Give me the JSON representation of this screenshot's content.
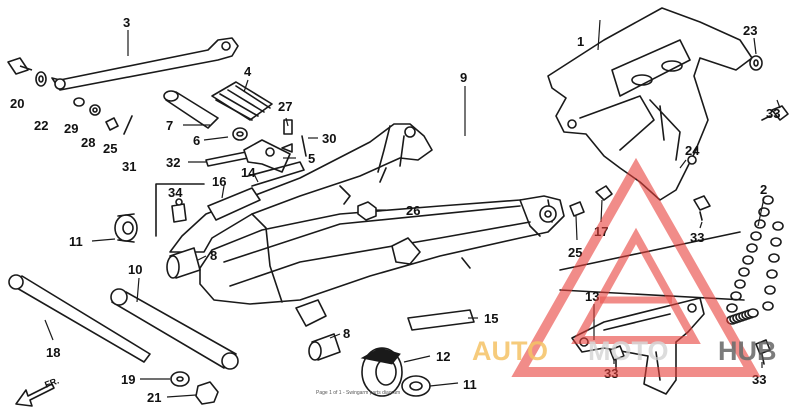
{
  "callouts": {
    "c1": "1",
    "c2": "2",
    "c3": "3",
    "c4": "4",
    "c5": "5",
    "c6": "6",
    "c7": "7",
    "c8a": "8",
    "c8b": "8",
    "c9": "9",
    "c10": "10",
    "c11a": "11",
    "c11b": "11",
    "c12": "12",
    "c13": "13",
    "c14": "14",
    "c15": "15",
    "c16": "16",
    "c17": "17",
    "c18": "18",
    "c19": "19",
    "c20": "20",
    "c21": "21",
    "c22": "22",
    "c23": "23",
    "c24": "24",
    "c25a": "25",
    "c25b": "25",
    "c26": "26",
    "c27": "27",
    "c28": "28",
    "c29": "29",
    "c30": "30",
    "c31": "31",
    "c32": "32",
    "c33a": "33",
    "c33b": "33",
    "c33c": "33",
    "c33d": "33",
    "c34": "34"
  },
  "direction_label": "FR.",
  "page_caption": "Page 1 of 1 - Swingarm parts diagram",
  "watermark": {
    "text_auto": "AUTO",
    "text_moto": "MOTO",
    "text_hub": "HUB",
    "colors": {
      "auto": "#f2b84b",
      "moto": "#d9d9d9",
      "hub": "#555555",
      "triangle": "#e8403a"
    }
  }
}
